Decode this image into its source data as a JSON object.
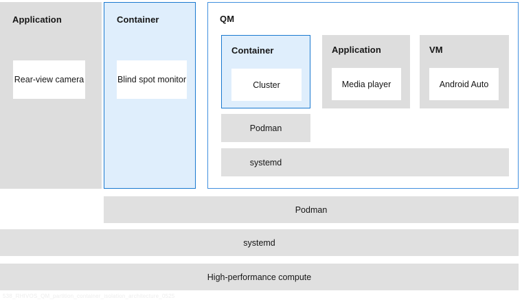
{
  "diagram": {
    "caption": "538_RHIVOS_QM_partition_container_isolation_architecture_0525",
    "colors": {
      "grey_panel": "#dddddd",
      "grey_band": "#e0e0e0",
      "blue_fill": "#dfeefc",
      "blue_border": "#1777cf",
      "qm_border": "#3e8ede",
      "leaf_fill": "#ffffff",
      "text": "#151515"
    }
  },
  "columns": {
    "application": {
      "title": "Application",
      "leaf": "Rear-view camera"
    },
    "container": {
      "title": "Container",
      "leaf": "Blind spot monitor"
    },
    "qm": {
      "title": "QM",
      "blocks": [
        {
          "title": "Container",
          "leaf": "Cluster",
          "style": "blue"
        },
        {
          "title": "Application",
          "leaf": "Media player",
          "style": "grey"
        },
        {
          "title": "VM",
          "leaf": "Android Auto",
          "style": "grey"
        }
      ],
      "bands": [
        {
          "label": "Podman"
        },
        {
          "label": "systemd"
        }
      ]
    }
  },
  "host_bands": [
    {
      "label": "Podman"
    },
    {
      "label": "systemd"
    },
    {
      "label": "High-performance compute"
    }
  ]
}
